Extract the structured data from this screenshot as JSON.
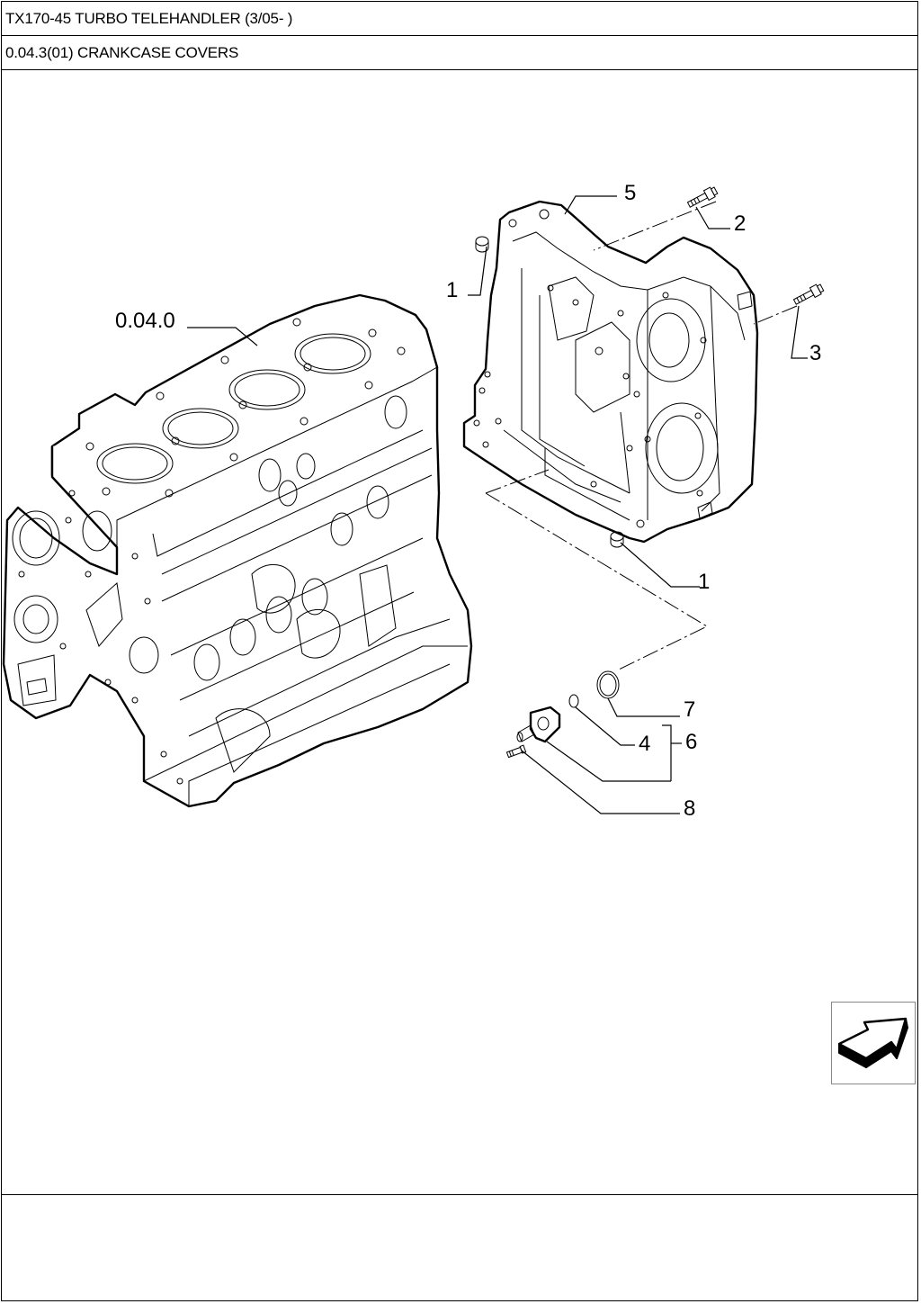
{
  "header": {
    "model_title": "TX170-45 TURBO TELEHANDLER (3/05- )",
    "section_title": "0.04.3(01) CRANKCASE COVERS"
  },
  "diagram": {
    "assembly_reference": "0.04.0",
    "callouts": {
      "c1_upper": "1",
      "c1_lower": "1",
      "c2": "2",
      "c3": "3",
      "c4": "4",
      "c5": "5",
      "c6": "6",
      "c7": "7",
      "c8": "8"
    }
  },
  "navigation": {
    "next_icon": "arrow-right-icon"
  }
}
